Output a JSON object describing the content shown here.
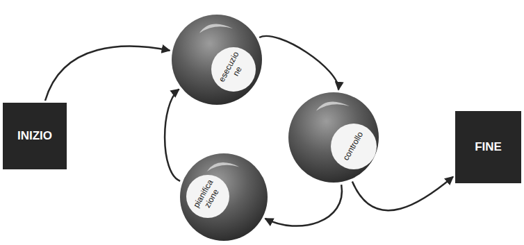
{
  "diagram": {
    "nodes": [
      {
        "text": [
          "INIZIO"
        ]
      },
      {
        "text": [
          "esecuzio ne"
        ]
      },
      {
        "text": [
          "controllo"
        ]
      },
      {
        "text": [
          "pianifica zione"
        ]
      },
      {
        "text": [
          "FINE"
        ]
      }
    ],
    "edges": [
      {
        "from": 0,
        "to": 1,
        "arrow": "to"
      },
      {
        "from": 1,
        "to": 2,
        "arrow": "to"
      },
      {
        "from": 2,
        "to": 3,
        "arrow": "to"
      },
      {
        "from": 3,
        "to": 1,
        "arrow": "to"
      },
      {
        "from": 2,
        "to": 4,
        "arrow": "to"
      }
    ]
  }
}
